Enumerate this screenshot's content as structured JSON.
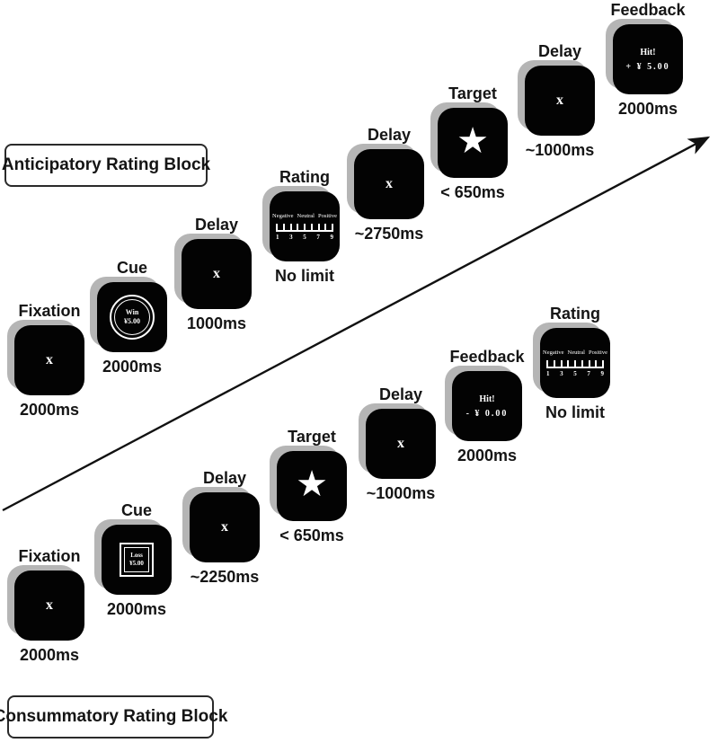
{
  "blocks": {
    "anticipatory": {
      "label": "Anticipatory Rating Block"
    },
    "consummatory": {
      "label": "Consummatory Rating Block"
    }
  },
  "anticipatory_steps": [
    {
      "label": "Fixation",
      "duration": "2000ms",
      "content": "x"
    },
    {
      "label": "Cue",
      "duration": "2000ms",
      "cue": {
        "line1": "Win",
        "line2": "¥5.00"
      }
    },
    {
      "label": "Delay",
      "duration": "1000ms",
      "content": "x"
    },
    {
      "label": "Rating",
      "duration": "No limit"
    },
    {
      "label": "Delay",
      "duration": "~2750ms",
      "content": "x"
    },
    {
      "label": "Target",
      "duration": "< 650ms",
      "star": "★"
    },
    {
      "label": "Delay",
      "duration": "~1000ms",
      "content": "x"
    },
    {
      "label": "Feedback",
      "duration": "2000ms",
      "feedback": {
        "line1": "Hit!",
        "line2": "+ ¥ 5.00"
      }
    }
  ],
  "consummatory_steps": [
    {
      "label": "Fixation",
      "duration": "2000ms",
      "content": "x"
    },
    {
      "label": "Cue",
      "duration": "2000ms",
      "cue": {
        "line1": "Loss",
        "line2": "¥5.00"
      }
    },
    {
      "label": "Delay",
      "duration": "~2250ms",
      "content": "x"
    },
    {
      "label": "Target",
      "duration": "< 650ms",
      "star": "★"
    },
    {
      "label": "Delay",
      "duration": "~1000ms",
      "content": "x"
    },
    {
      "label": "Feedback",
      "duration": "2000ms",
      "feedback": {
        "line1": "Hit!",
        "line2": "- ¥ 0.00"
      }
    },
    {
      "label": "Rating",
      "duration": "No limit"
    }
  ],
  "rating_scale": {
    "anchors": [
      "Negative",
      "Neutral",
      "Positive"
    ],
    "numbers": [
      "1",
      "3",
      "5",
      "7",
      "9"
    ]
  },
  "colors": {
    "screen_bg": "#030303",
    "screen_shadow": "#b5b5b5",
    "screen_text": "#ffffff",
    "arrow": "#111111"
  }
}
